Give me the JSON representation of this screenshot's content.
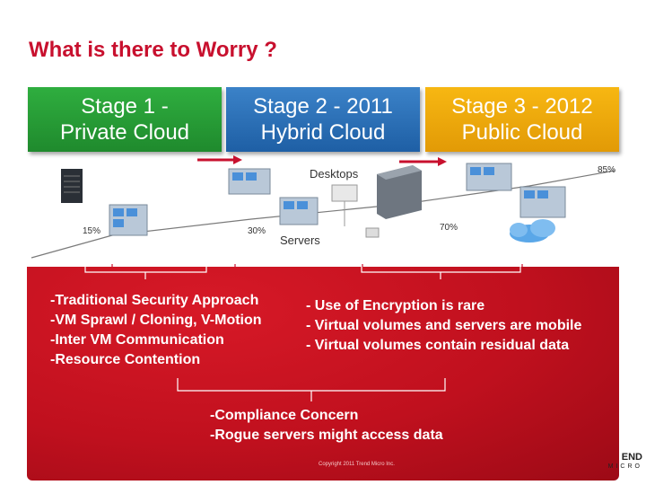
{
  "title": "What is there to Worry ?",
  "stages": [
    {
      "line1": "Stage 1 -",
      "line2": "Private Cloud"
    },
    {
      "line1": "Stage 2 - 2011",
      "line2": "Hybrid Cloud"
    },
    {
      "line1": "Stage 3 - 2012",
      "line2": "Public Cloud"
    }
  ],
  "diagram": {
    "desktops_label": "Desktops",
    "servers_label": "Servers",
    "pct_15": "15%",
    "pct_30": "30%",
    "pct_70": "70%",
    "pct_85": "85%"
  },
  "concerns": {
    "left": [
      "-Traditional Security Approach",
      "-VM Sprawl / Cloning, V-Motion",
      "-Inter VM Communication",
      "-Resource Contention"
    ],
    "right": [
      "- Use of Encryption is rare",
      "- Virtual volumes and servers are mobile",
      "- Virtual volumes contain residual data"
    ],
    "bottom": [
      "-Compliance Concern",
      "-Rogue servers might access data"
    ]
  },
  "footer": "Copyright 2011   Trend Micro Inc.",
  "logo": {
    "line1": "END",
    "line2": "MICRO"
  }
}
